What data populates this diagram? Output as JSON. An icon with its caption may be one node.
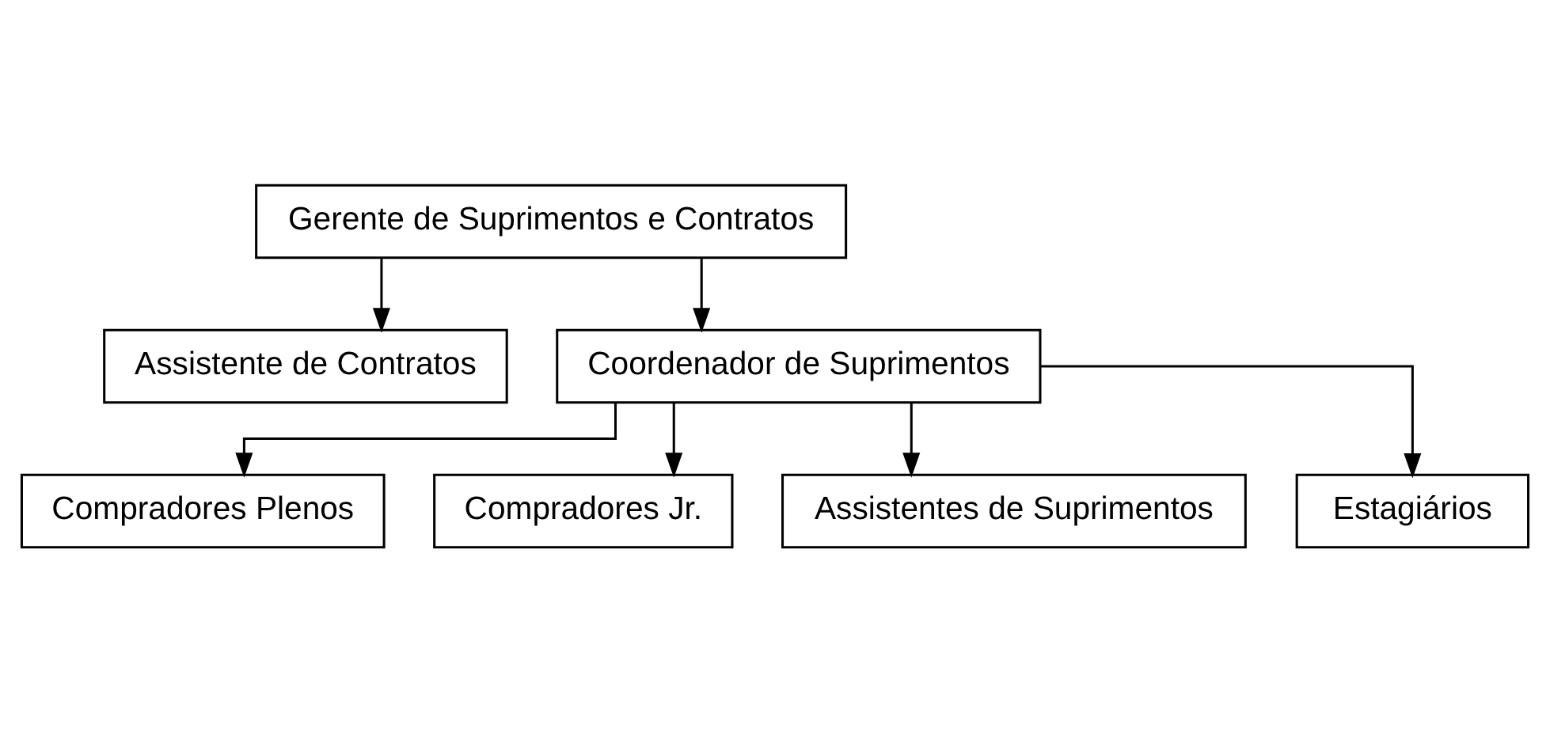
{
  "diagram": {
    "nodes": [
      {
        "text": [
          "Gerente de Suprimentos e Contratos"
        ]
      },
      {
        "text": [
          "Assistente de Contratos"
        ]
      },
      {
        "text": [
          "Coordenador de Suprimentos"
        ]
      },
      {
        "text": [
          "Compradores Plenos"
        ]
      },
      {
        "text": [
          "Compradores Jr."
        ]
      },
      {
        "text": [
          "Assistentes de Suprimentos"
        ]
      },
      {
        "text": [
          "Estagiários"
        ]
      }
    ],
    "edges": [
      {
        "from": 0,
        "to": 1,
        "arrow": "to"
      },
      {
        "from": 0,
        "to": 2,
        "arrow": "to"
      },
      {
        "from": 2,
        "to": 3,
        "arrow": "to"
      },
      {
        "from": 2,
        "to": 4,
        "arrow": "to"
      },
      {
        "from": 2,
        "to": 5,
        "arrow": "to"
      },
      {
        "from": 2,
        "to": 6,
        "arrow": "to"
      }
    ]
  }
}
